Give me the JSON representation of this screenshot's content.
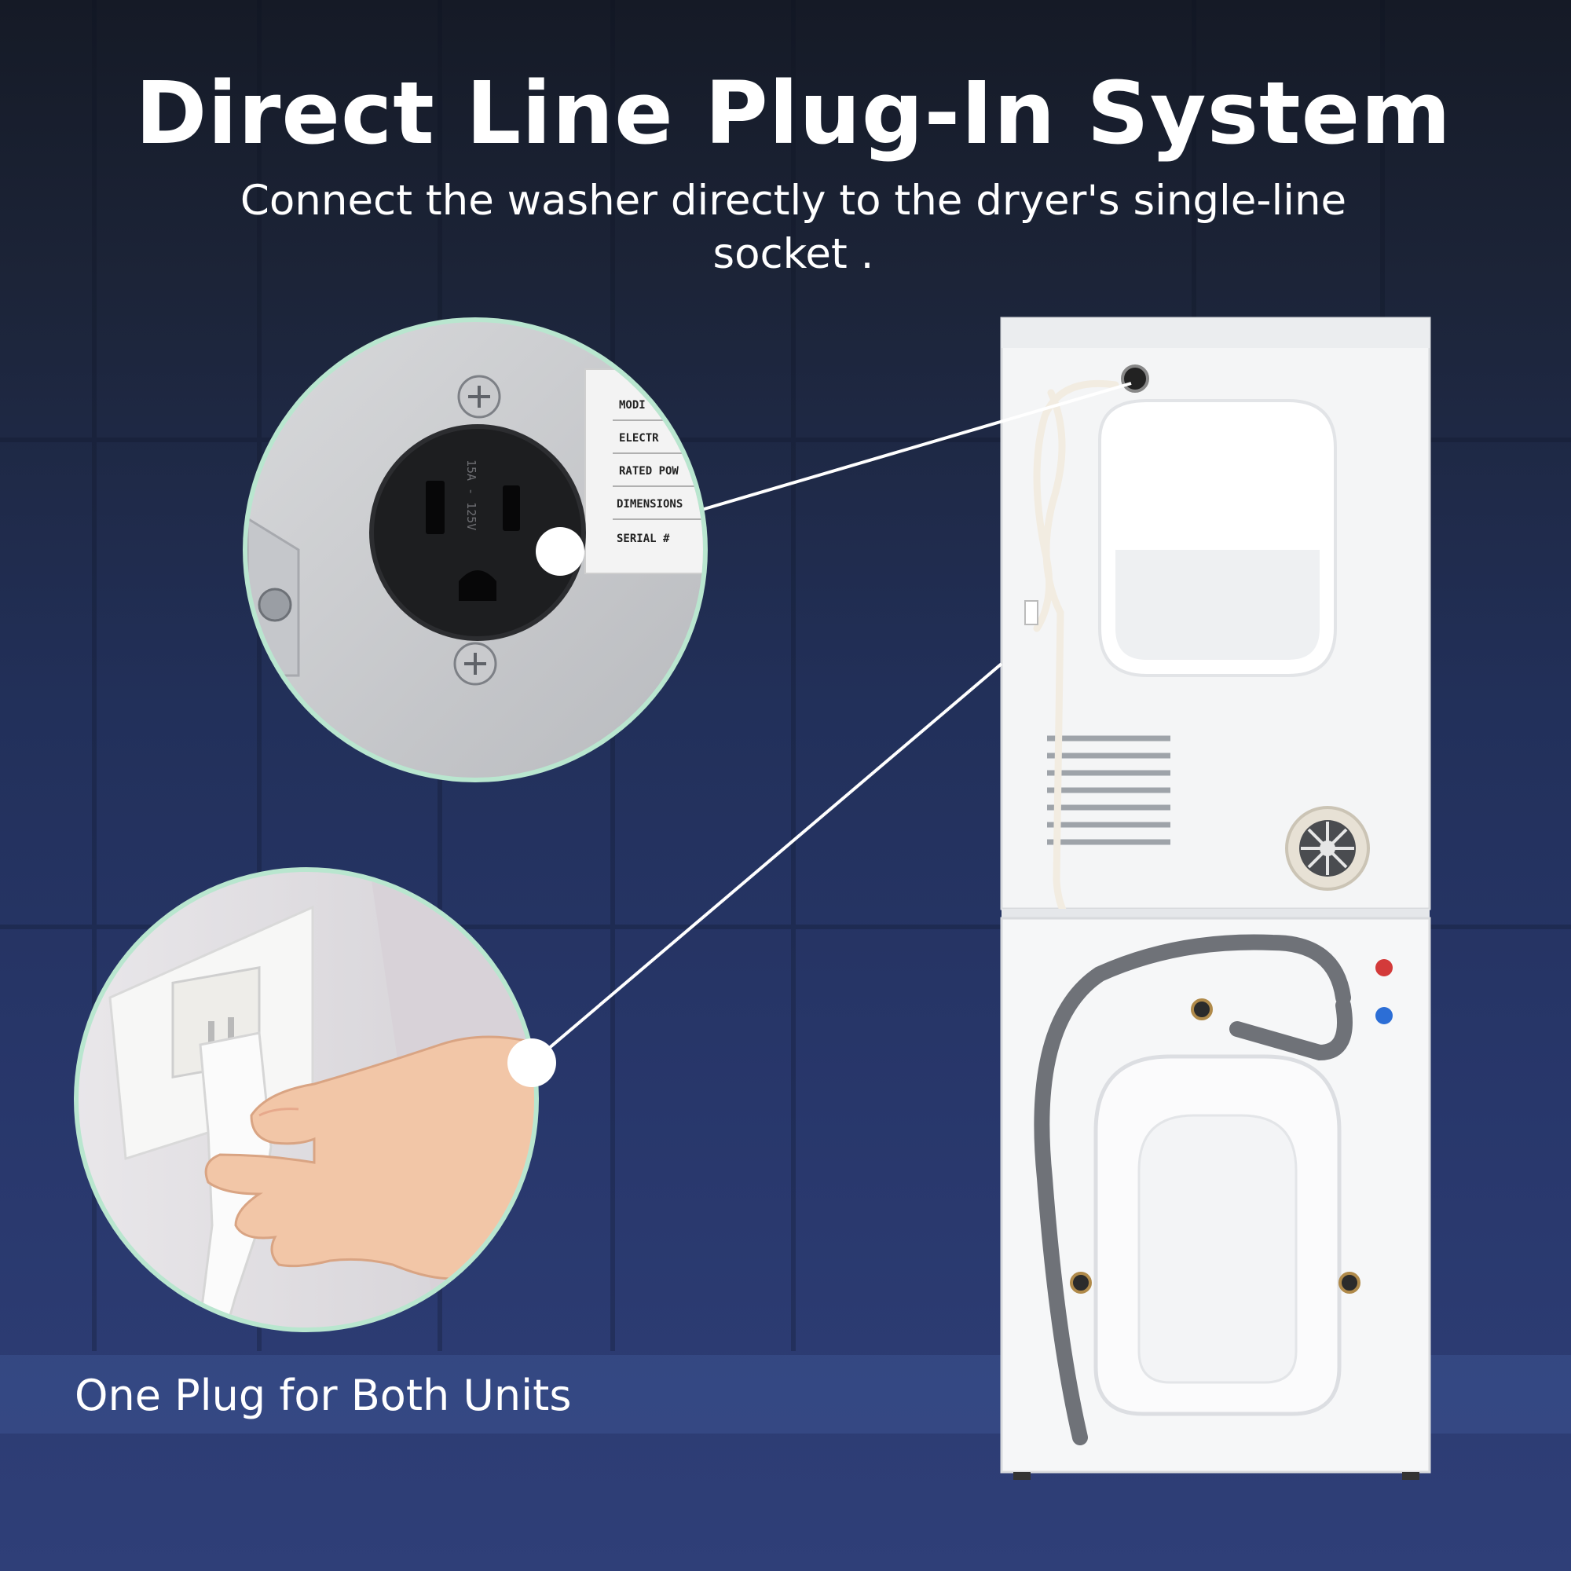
{
  "header": {
    "title": "Direct Line Plug-In System",
    "subtitle": "Connect the washer directly to the dryer's single-line socket ."
  },
  "socket_zoom": {
    "label_rows": [
      "MODI",
      "ELECTR",
      "RATED POW",
      "DIMENSIONS",
      "SERIAL #"
    ],
    "outlet_rating": "15A - 125V"
  },
  "caption": {
    "text": "One Plug for Both Units"
  },
  "colors": {
    "accent_ring": "#b9e6cf",
    "background_dark": "#151a26",
    "background_light": "#2f3f78"
  }
}
